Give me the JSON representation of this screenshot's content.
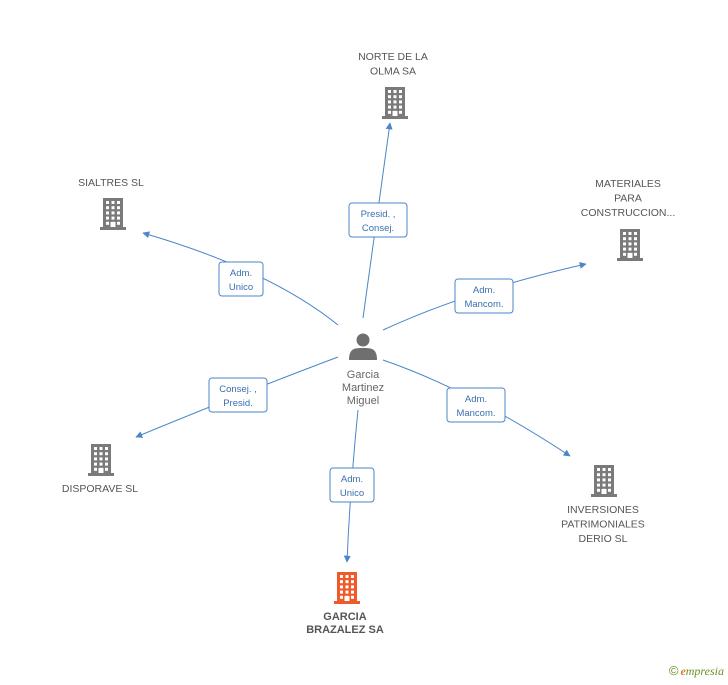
{
  "center": {
    "name_lines": [
      "Garcia",
      "Martinez",
      "Miguel"
    ],
    "icon": "person-icon"
  },
  "companies": [
    {
      "id": "norte",
      "name_lines": [
        "NORTE DE LA",
        "OLMA SA"
      ],
      "icon": "building-icon",
      "color": "#7a7a7a"
    },
    {
      "id": "sialtres",
      "name_lines": [
        "SIALTRES SL"
      ],
      "icon": "building-icon",
      "color": "#7a7a7a"
    },
    {
      "id": "materiales",
      "name_lines": [
        "MATERIALES",
        "PARA",
        "CONSTRUCCION..."
      ],
      "icon": "building-icon",
      "color": "#7a7a7a"
    },
    {
      "id": "disporave",
      "name_lines": [
        "DISPORAVE SL"
      ],
      "icon": "building-icon",
      "color": "#7a7a7a"
    },
    {
      "id": "inversiones",
      "name_lines": [
        "INVERSIONES",
        "PATRIMONIALES",
        "DERIO  SL"
      ],
      "icon": "building-icon",
      "color": "#7a7a7a"
    },
    {
      "id": "garcia",
      "name_lines": [
        "GARCIA",
        "BRAZALEZ SA"
      ],
      "icon": "building-icon",
      "color": "#f05a28",
      "highlight": true
    }
  ],
  "relations": [
    {
      "to": "norte",
      "lines": [
        "Presid. ,",
        "Consej."
      ]
    },
    {
      "to": "sialtres",
      "lines": [
        "Adm.",
        "Unico"
      ]
    },
    {
      "to": "materiales",
      "lines": [
        "Adm.",
        "Mancom."
      ]
    },
    {
      "to": "disporave",
      "lines": [
        "Consej. ,",
        "Presid."
      ]
    },
    {
      "to": "inversiones",
      "lines": [
        "Adm.",
        "Mancom."
      ]
    },
    {
      "to": "garcia",
      "lines": [
        "Adm.",
        "Unico"
      ]
    }
  ],
  "footer": {
    "copyright_symbol": "©",
    "brand_initial": "e",
    "brand_rest": "mpresia"
  },
  "colors": {
    "edge": "#4a86c8",
    "building": "#7a7a7a",
    "highlight": "#f05a28",
    "person": "#6f6f6f"
  }
}
